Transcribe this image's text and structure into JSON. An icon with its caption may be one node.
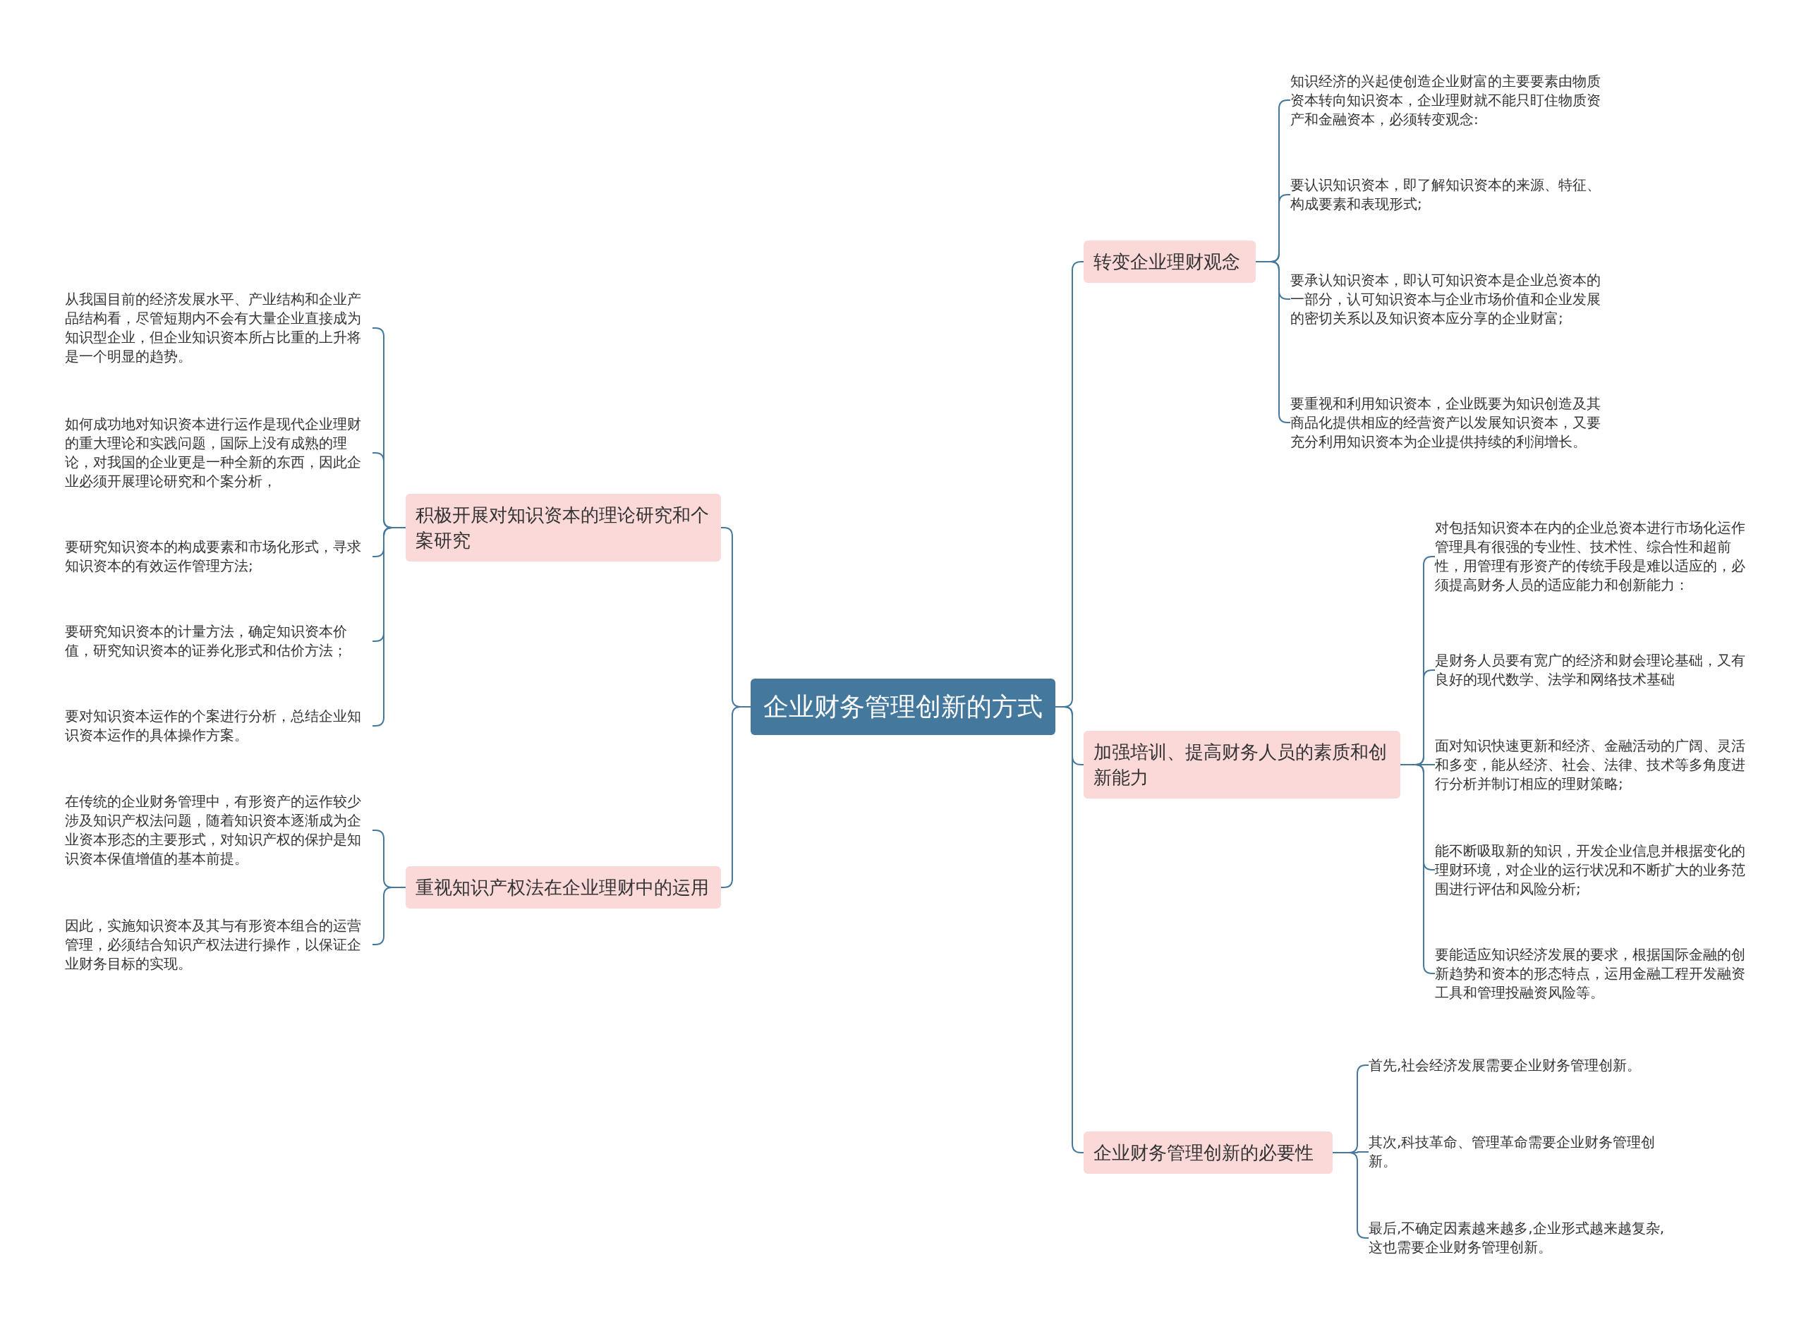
{
  "diagram": {
    "nodes": [
      {
        "text": [
          "企业财务管理创新的方式"
        ]
      },
      {
        "text": [
          "积极开展对知识资本的理论研究和个案研究"
        ]
      },
      {
        "text": [
          "从我国目前的经济发展水平、产业结构和企业产品结构看，尽管短期内不会有大量企业直接成为知识型企业，但企业知识资本所占比重的上升将是一个明显的趋势。"
        ]
      },
      {
        "text": [
          "如何成功地对知识资本进行运作是现代企业理财的重大理论和实践问题，国际上没有成熟的理论，对我国的企业更是一种全新的东西，因此企业必须开展理论研究和个案分析，"
        ]
      },
      {
        "text": [
          "要研究知识资本的构成要素和市场化形式，寻求知识资本的有效运作管理方法;"
        ]
      },
      {
        "text": [
          "要研究知识资本的计量方法，确定知识资本价值，研究知识资本的证券化形式和估价方法；"
        ]
      },
      {
        "text": [
          "要对知识资本运作的个案进行分析，总结企业知识资本运作的具体操作方案。"
        ]
      },
      {
        "text": [
          "重视知识产权法在企业理财中的运用"
        ]
      },
      {
        "text": [
          "在传统的企业财务管理中，有形资产的运作较少涉及知识产权法问题，随着知识资本逐渐成为企业资本形态的主要形式，对知识产权的保护是知识资本保值增值的基本前提。"
        ]
      },
      {
        "text": [
          "因此，实施知识资本及其与有形资本组合的运营管理，必须结合知识产权法进行操作，以保证企业财务目标的实现。"
        ]
      },
      {
        "text": [
          "转变企业理财观念"
        ]
      },
      {
        "text": [
          "知识经济的兴起使创造企业财富的主要要素由物质资本转向知识资本，企业理财就不能只盯住物质资产和金融资本，必须转变观念:"
        ]
      },
      {
        "text": [
          "要认识知识资本，即了解知识资本的来源、特征、构成要素和表现形式;"
        ]
      },
      {
        "text": [
          "要承认知识资本，即认可知识资本是企业总资本的一部分，认可知识资本与企业市场价值和企业发展的密切关系以及知识资本应分享的企业财富;"
        ]
      },
      {
        "text": [
          "要重视和利用知识资本，企业既要为知识创造及其商品化提供相应的经营资产以发展知识资本，又要充分利用知识资本为企业提供持续的利润增长。"
        ]
      },
      {
        "text": [
          "加强培训、提高财务人员的素质和创新能力"
        ]
      },
      {
        "text": [
          "对包括知识资本在内的企业总资本进行市场化运作管理具有很强的专业性、技术性、综合性和超前性，用管理有形资产的传统手段是难以适应的，必须提高财务人员的适应能力和创新能力："
        ]
      },
      {
        "text": [
          "是财务人员要有宽广的经济和财会理论基础，又有良好的现代数学、法学和网络技术基础"
        ]
      },
      {
        "text": [
          "面对知识快速更新和经济、金融活动的广阔、灵活和多变，能从经济、社会、法律、技术等多角度进行分析并制订相应的理财策略;"
        ]
      },
      {
        "text": [
          "能不断吸取新的知识，开发企业信息并根据变化的理财环境，对企业的运行状况和不断扩大的业务范围进行评估和风险分析;"
        ]
      },
      {
        "text": [
          "要能适应知识经济发展的要求，根据国际金融的创新趋势和资本的形态特点，运用金融工程开发融资工具和管理投融资风险等。"
        ]
      },
      {
        "text": [
          "企业财务管理创新的必要性"
        ]
      },
      {
        "text": [
          "首先,社会经济发展需要企业财务管理创新。"
        ]
      },
      {
        "text": [
          "其次,科技革命、管理革命需要企业财务管理创新。"
        ]
      },
      {
        "text": [
          "最后,不确定因素越来越多,企业形式越来越复杂,这也需要企业财务管理创新。"
        ]
      }
    ],
    "edges": [
      {
        "from": 0,
        "to": 1,
        "arrow": "none"
      },
      {
        "from": 1,
        "to": 2,
        "arrow": "none"
      },
      {
        "from": 1,
        "to": 3,
        "arrow": "none"
      },
      {
        "from": 1,
        "to": 4,
        "arrow": "none"
      },
      {
        "from": 1,
        "to": 5,
        "arrow": "none"
      },
      {
        "from": 1,
        "to": 6,
        "arrow": "none"
      },
      {
        "from": 0,
        "to": 7,
        "arrow": "none"
      },
      {
        "from": 7,
        "to": 8,
        "arrow": "none"
      },
      {
        "from": 7,
        "to": 9,
        "arrow": "none"
      },
      {
        "from": 0,
        "to": 10,
        "arrow": "none"
      },
      {
        "from": 10,
        "to": 11,
        "arrow": "none"
      },
      {
        "from": 10,
        "to": 12,
        "arrow": "none"
      },
      {
        "from": 10,
        "to": 13,
        "arrow": "none"
      },
      {
        "from": 10,
        "to": 14,
        "arrow": "none"
      },
      {
        "from": 0,
        "to": 15,
        "arrow": "none"
      },
      {
        "from": 15,
        "to": 16,
        "arrow": "none"
      },
      {
        "from": 15,
        "to": 17,
        "arrow": "none"
      },
      {
        "from": 15,
        "to": 18,
        "arrow": "none"
      },
      {
        "from": 15,
        "to": 19,
        "arrow": "none"
      },
      {
        "from": 15,
        "to": 20,
        "arrow": "none"
      },
      {
        "from": 0,
        "to": 21,
        "arrow": "none"
      },
      {
        "from": 21,
        "to": 22,
        "arrow": "none"
      },
      {
        "from": 21,
        "to": 23,
        "arrow": "none"
      },
      {
        "from": 21,
        "to": 24,
        "arrow": "none"
      }
    ]
  }
}
